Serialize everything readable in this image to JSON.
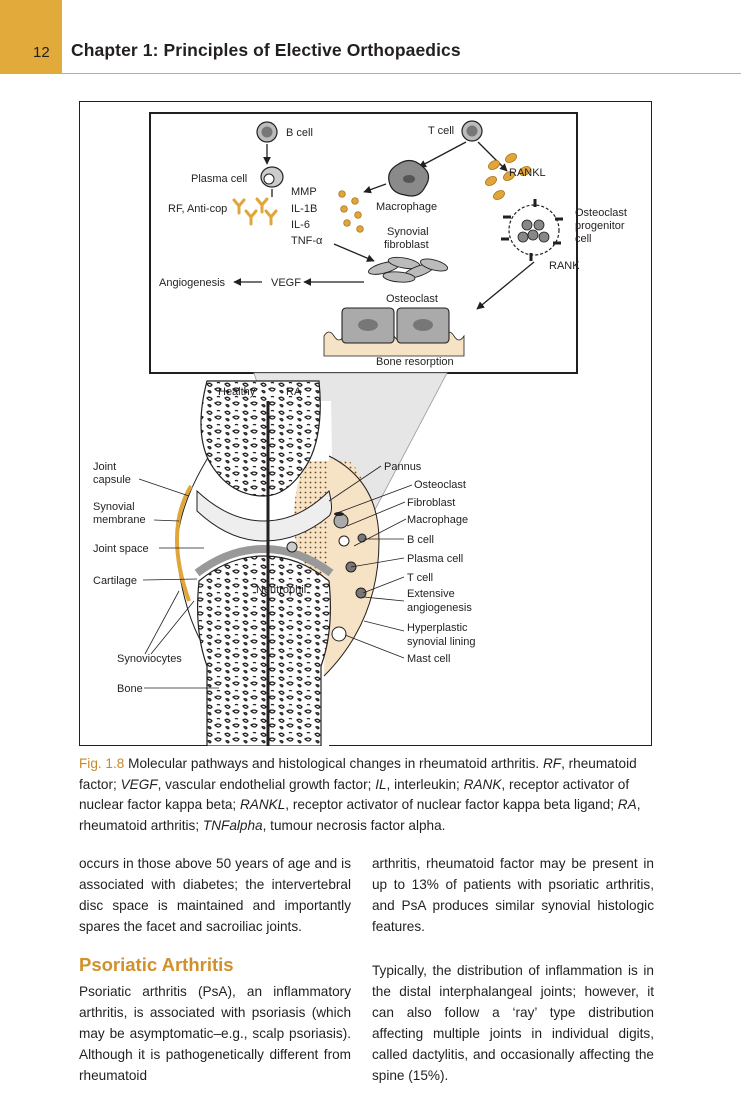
{
  "header": {
    "page_number": "12",
    "chapter_title": "Chapter 1: Principles of Elective Orthopaedics"
  },
  "figure": {
    "inset": {
      "b_cell": "B cell",
      "t_cell": "T cell",
      "plasma_cell": "Plasma cell",
      "rf": "RF, Anti-cop",
      "mmp": "MMP",
      "il1b": "IL-1B",
      "il6": "IL-6",
      "tnf": "TNF-α",
      "macrophage": "Macrophage",
      "rankl": "RANKL",
      "osteoclast_progenitor_1": "Osteoclast",
      "osteoclast_progenitor_2": "progenitor",
      "osteoclast_progenitor_3": "cell",
      "synovial_1": "Synovial",
      "synovial_2": "fibroblast",
      "rank": "RANK",
      "angiogenesis": "Angiogenesis",
      "vegf": "VEGF",
      "osteoclast": "Osteoclast",
      "bone_resorption": "Bone resorption"
    },
    "joint": {
      "healthy": "Healthy",
      "ra": "RA",
      "joint_capsule_1": "Joint",
      "joint_capsule_2": "capsule",
      "synovial_membrane_1": "Synovial",
      "synovial_membrane_2": "membrane",
      "joint_space": "Joint space",
      "cartilage": "Cartilage",
      "synoviocytes": "Synoviocytes",
      "bone": "Bone",
      "neutrophil": "Neutrophil",
      "pannus": "Pannus",
      "osteoclast": "Osteoclast",
      "fibroblast": "Fibroblast",
      "macrophage": "Macrophage",
      "b_cell": "B cell",
      "plasma_cell": "Plasma cell",
      "t_cell": "T cell",
      "extensive_1": "Extensive",
      "extensive_2": "angiogenesis",
      "hyperplastic_1": "Hyperplastic",
      "hyperplastic_2": "synovial lining",
      "mast_cell": "Mast cell"
    }
  },
  "caption": {
    "label": "Fig. 1.8",
    "text": "Molecular pathways and histological changes in rheumatoid arthritis.",
    "rf_abbr": "RF",
    "rf_def": ", rheumatoid factor;",
    "vegf_abbr": "VEGF",
    "vegf_def": ", vascular endothelial growth factor;",
    "il_abbr": "IL",
    "il_def": ", interleukin;",
    "rank_abbr": "RANK",
    "rank_def": ", receptor activator of nuclear factor kappa beta;",
    "rankl_abbr": "RANKL",
    "rankl_def": ", receptor activator of nuclear factor kappa beta ligand;",
    "ra_abbr": "RA",
    "ra_def": ", rheumatoid arthritis;",
    "tnf_abbr": "TNFalpha",
    "tnf_def": ", tumour necrosis factor alpha."
  },
  "body": {
    "left_para1": "occurs in those above 50 years of age and is associated with diabetes; the intervertebral disc space is maintained and importantly spares the facet and sacroiliac joints.",
    "section_heading": "Psoriatic Arthritis",
    "left_para2": "Psoriatic arthritis (PsA), an inflammatory arthritis, is associated with psoriasis (which may be asymptomatic–e.g., scalp psoriasis). Although it is pathogenetically different from rheumatoid",
    "right_para1": "arthritis, rheumatoid factor may be present in up to 13% of patients with psoriatic arthritis, and PsA produces similar synovial histologic features.",
    "right_para2": "Typically, the distribution of inflammation is in the distal interphalangeal joints; however, it can also follow a ‘ray’ type distribution affecting multiple joints in individual digits, called dactylitis, and occasionally affecting the spine (15%)."
  }
}
